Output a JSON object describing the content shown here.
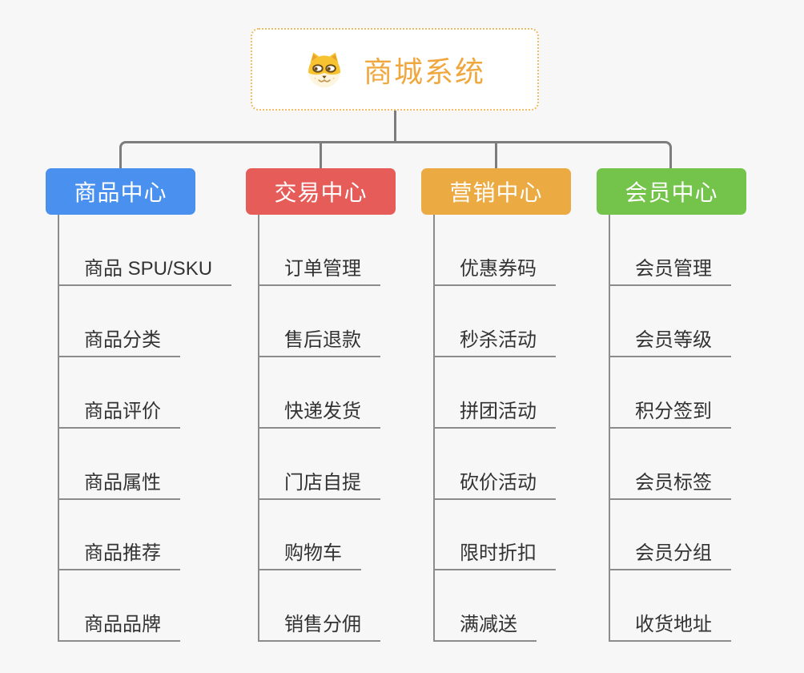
{
  "root": {
    "title": "商城系统",
    "icon": "shiba-dog-icon"
  },
  "branches": [
    {
      "label": "商品中心",
      "color": "#4a90ee",
      "items": [
        "商品 SPU/SKU",
        "商品分类",
        "商品评价",
        "商品属性",
        "商品推荐",
        "商品品牌"
      ]
    },
    {
      "label": "交易中心",
      "color": "#e65c58",
      "items": [
        "订单管理",
        "售后退款",
        "快递发货",
        "门店自提",
        "购物车",
        "销售分佣"
      ]
    },
    {
      "label": "营销中心",
      "color": "#ecab42",
      "items": [
        "优惠券码",
        "秒杀活动",
        "拼团活动",
        "砍价活动",
        "限时折扣",
        "满减送"
      ]
    },
    {
      "label": "会员中心",
      "color": "#74c44c",
      "items": [
        "会员管理",
        "会员等级",
        "积分签到",
        "会员标签",
        "会员分组",
        "收货地址"
      ]
    }
  ],
  "colors": {
    "background": "#f7f7f7",
    "root_border": "#f0bc66",
    "root_title": "#efa73e",
    "connector": "#7d7d7d",
    "item_underline": "#8c8c8c",
    "item_text": "#333333"
  }
}
